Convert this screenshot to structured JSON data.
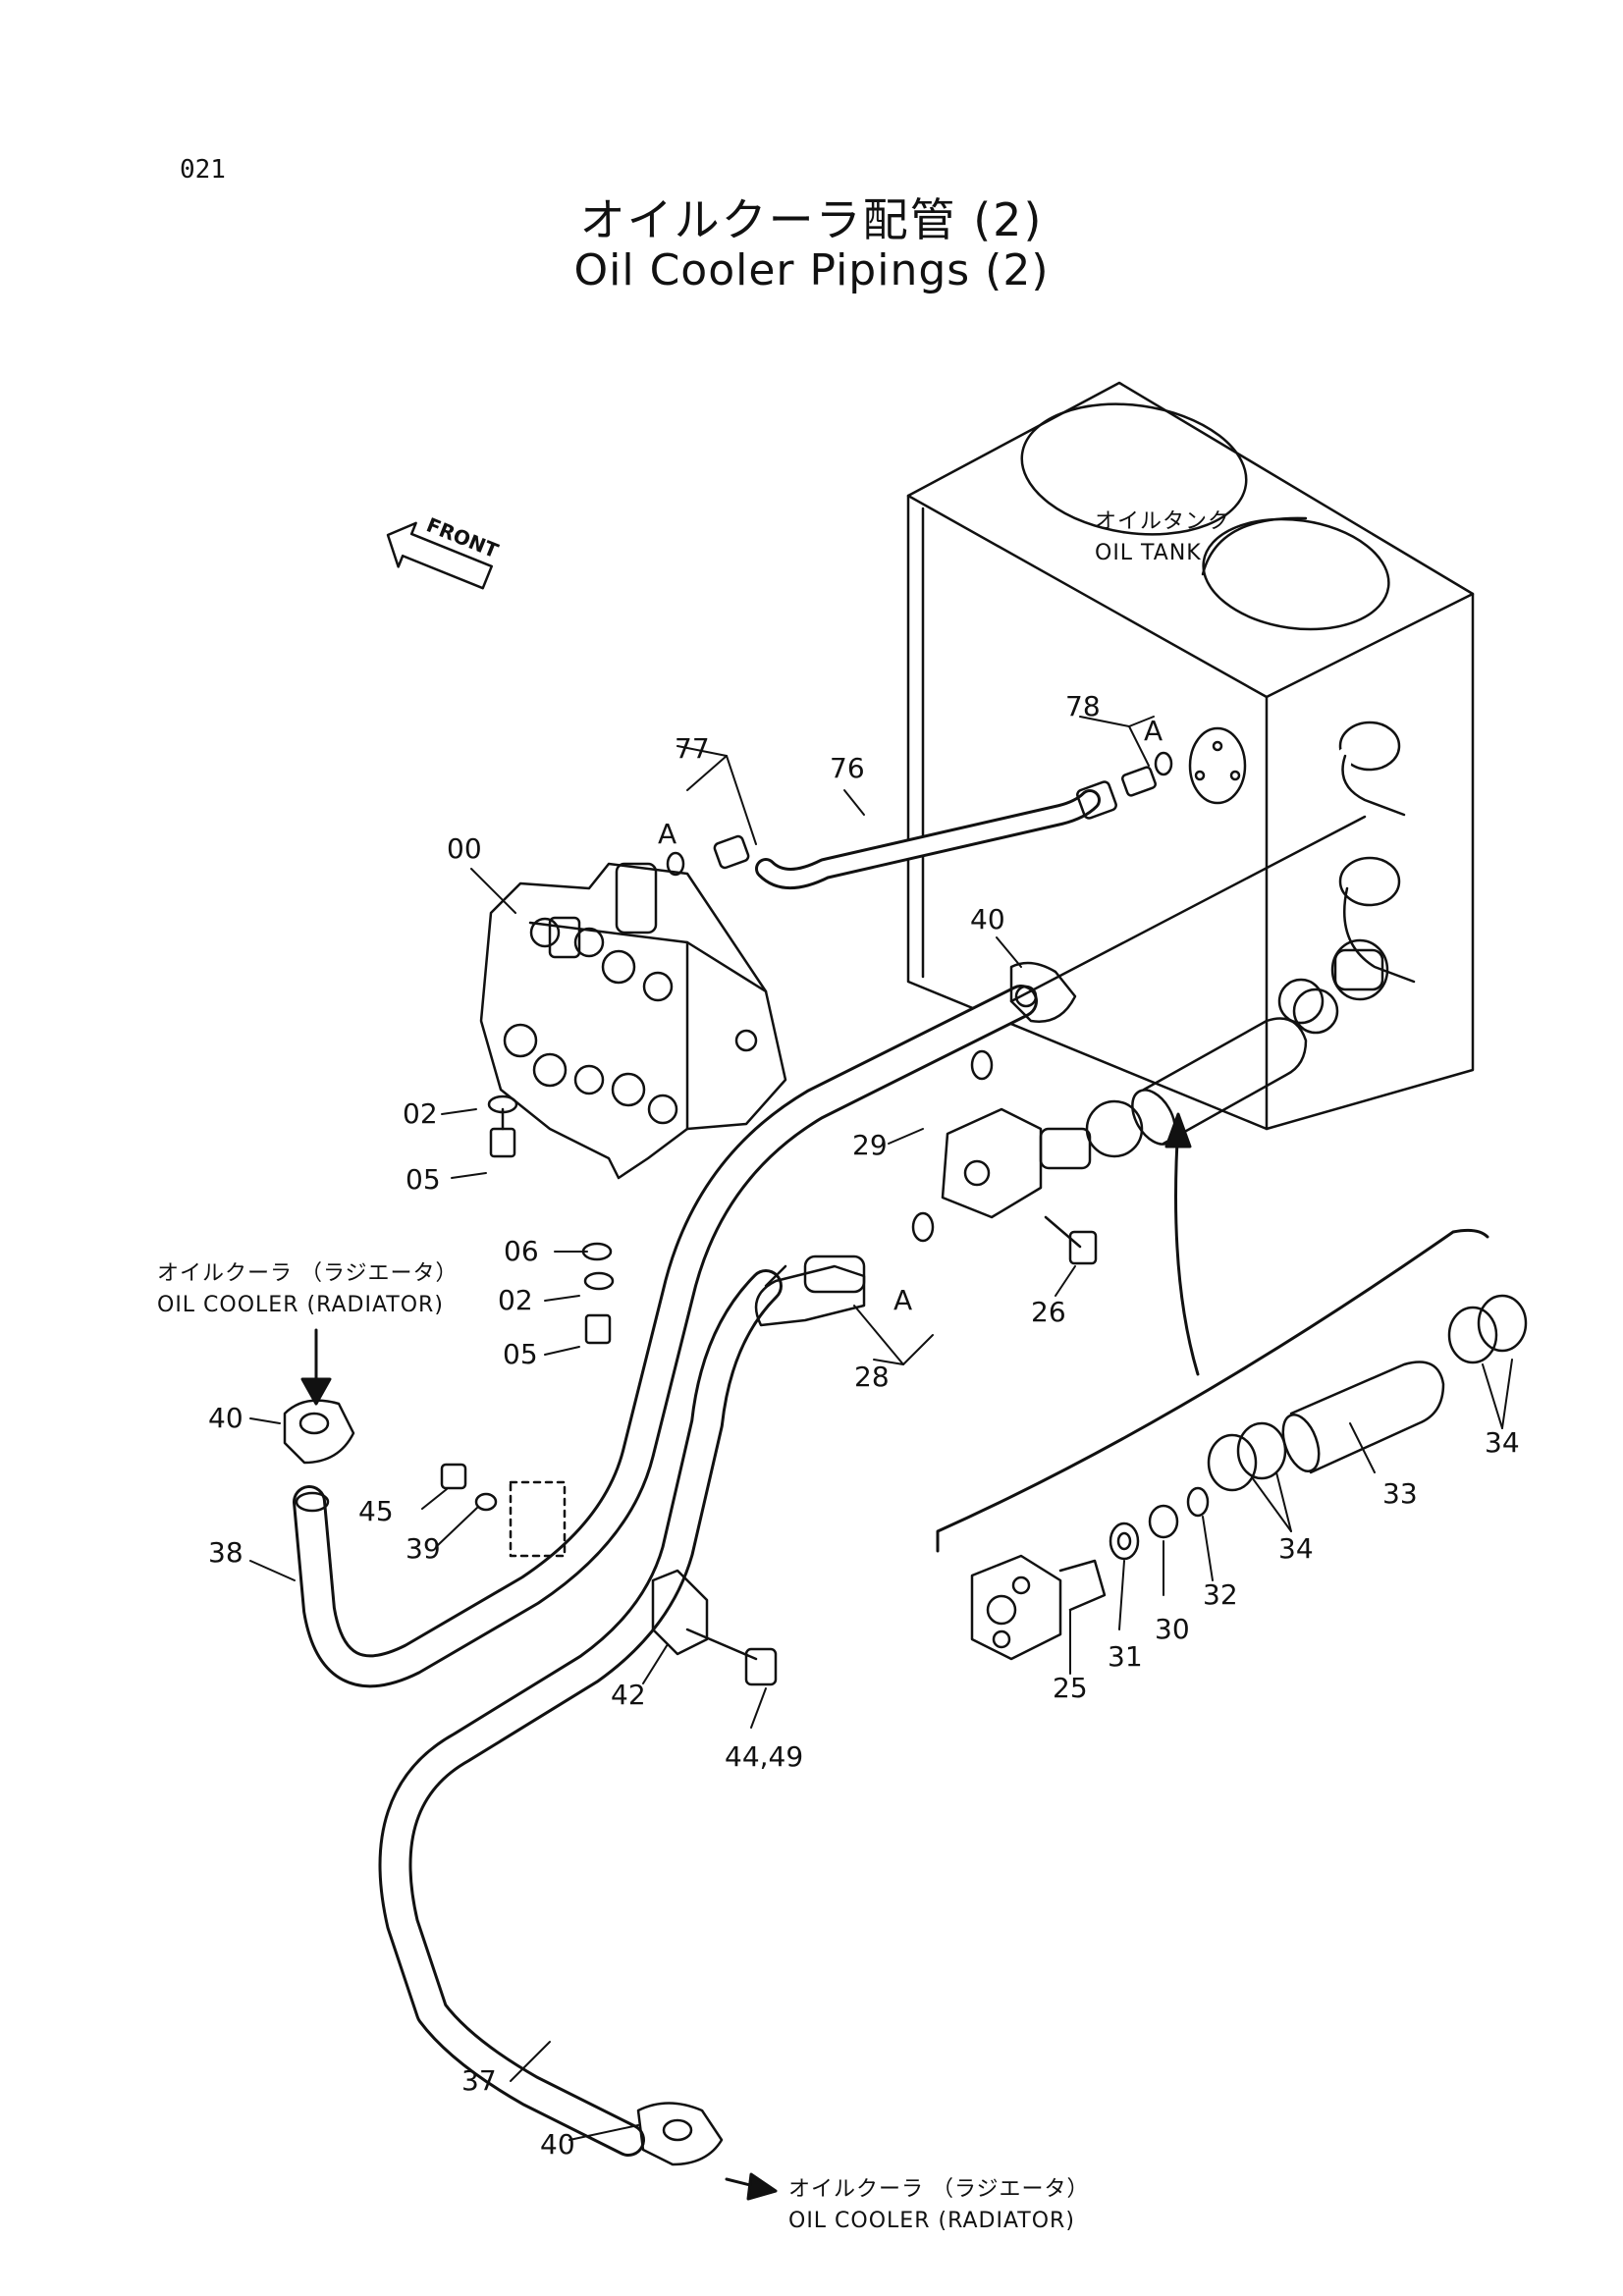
{
  "page_number": "021",
  "title_ja": "オイルクーラ配管 (2)",
  "title_en": "Oil Cooler Pipings (2)",
  "front_label": "FRONT",
  "notes": {
    "oil_tank": {
      "ja": "オイルタンク",
      "en": "OIL TANK"
    },
    "cooler_in": {
      "ja": "オイルクーラ （ラジエータ）",
      "en": "OIL COOLER (RADIATOR)"
    },
    "cooler_out": {
      "ja": "オイルクーラ （ラジエータ）",
      "en": "OIL COOLER (RADIATOR)"
    }
  },
  "part_labels": [
    "00",
    "77",
    "A",
    "76",
    "78",
    "A",
    "40",
    "02",
    "05",
    "29",
    "06",
    "02",
    "05",
    "26",
    "A",
    "28",
    "40",
    "45",
    "39",
    "38",
    "42",
    "44,49",
    "37",
    "40",
    "34",
    "34",
    "33",
    "32",
    "30",
    "31",
    "25"
  ]
}
